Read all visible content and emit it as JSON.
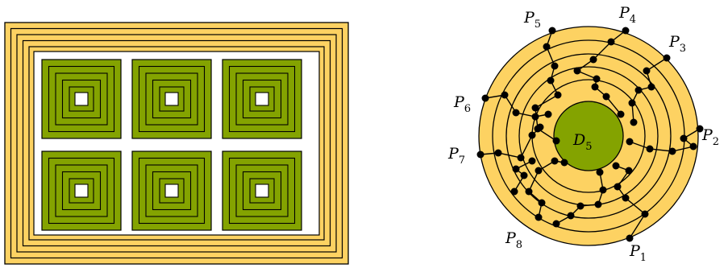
{
  "colors": {
    "yellow": "#fdd262",
    "green": "#84a300",
    "stroke": "#000000",
    "white": "#ffffff"
  },
  "left_figure": {
    "grid": {
      "rows": 2,
      "cols": 3
    }
  },
  "right_figure": {
    "center_label": {
      "base": "D",
      "sub": "5"
    },
    "path_labels": [
      {
        "id": "P1",
        "base": "P",
        "sub": "1"
      },
      {
        "id": "P2",
        "base": "P",
        "sub": "2"
      },
      {
        "id": "P3",
        "base": "P",
        "sub": "3"
      },
      {
        "id": "P4",
        "base": "P",
        "sub": "4"
      },
      {
        "id": "P5",
        "base": "P",
        "sub": "5"
      },
      {
        "id": "P6",
        "base": "P",
        "sub": "6"
      },
      {
        "id": "P7",
        "base": "P",
        "sub": "7"
      },
      {
        "id": "P8",
        "base": "P",
        "sub": "8"
      }
    ]
  }
}
